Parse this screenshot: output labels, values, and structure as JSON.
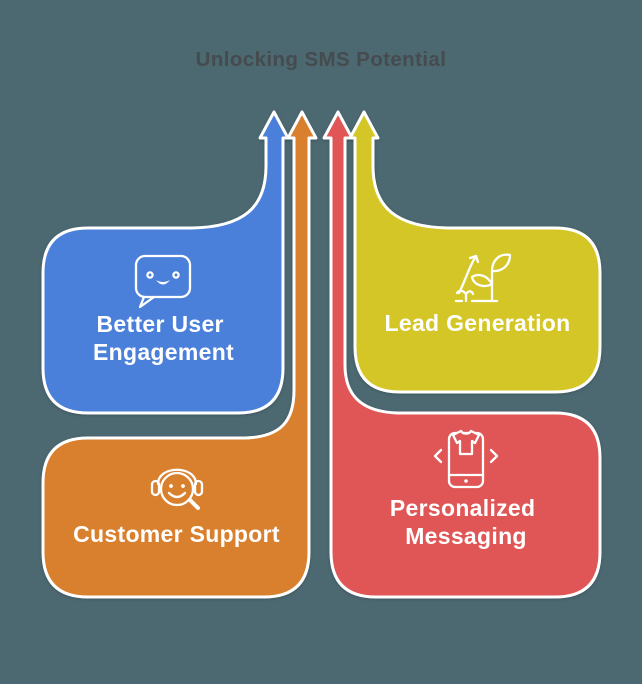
{
  "title": "Unlocking SMS Potential",
  "colors": {
    "background": "#4c6972",
    "blue": "#4a80d9",
    "orange": "#d9802e",
    "red": "#e05555",
    "yellow": "#d4c626",
    "title_text": "#454b4e",
    "label_text": "#ffffff",
    "outline": "#ffffff"
  },
  "cards": [
    {
      "id": "better-user-engagement",
      "label": "Better User Engagement",
      "lines": [
        "Better User",
        "Engagement"
      ],
      "icon": "chat-bubble-smiley-icon",
      "color_key": "blue",
      "position": "top-left"
    },
    {
      "id": "lead-generation",
      "label": "Lead Generation",
      "lines": [
        "Lead Generation"
      ],
      "icon": "plant-growth-arrow-icon",
      "color_key": "yellow",
      "position": "top-right"
    },
    {
      "id": "customer-support",
      "label": "Customer Support",
      "lines": [
        "Customer Support"
      ],
      "icon": "headset-smiley-icon",
      "color_key": "orange",
      "position": "bottom-left"
    },
    {
      "id": "personalized-messaging",
      "label": "Personalized Messaging",
      "lines": [
        "Personalized",
        "Messaging"
      ],
      "icon": "phone-tshirt-icon",
      "color_key": "red",
      "position": "bottom-right"
    }
  ],
  "arrows": [
    {
      "color_key": "blue",
      "direction": "up",
      "order": 1
    },
    {
      "color_key": "orange",
      "direction": "up",
      "order": 2
    },
    {
      "color_key": "red",
      "direction": "up",
      "order": 3
    },
    {
      "color_key": "yellow",
      "direction": "up",
      "order": 4
    }
  ]
}
